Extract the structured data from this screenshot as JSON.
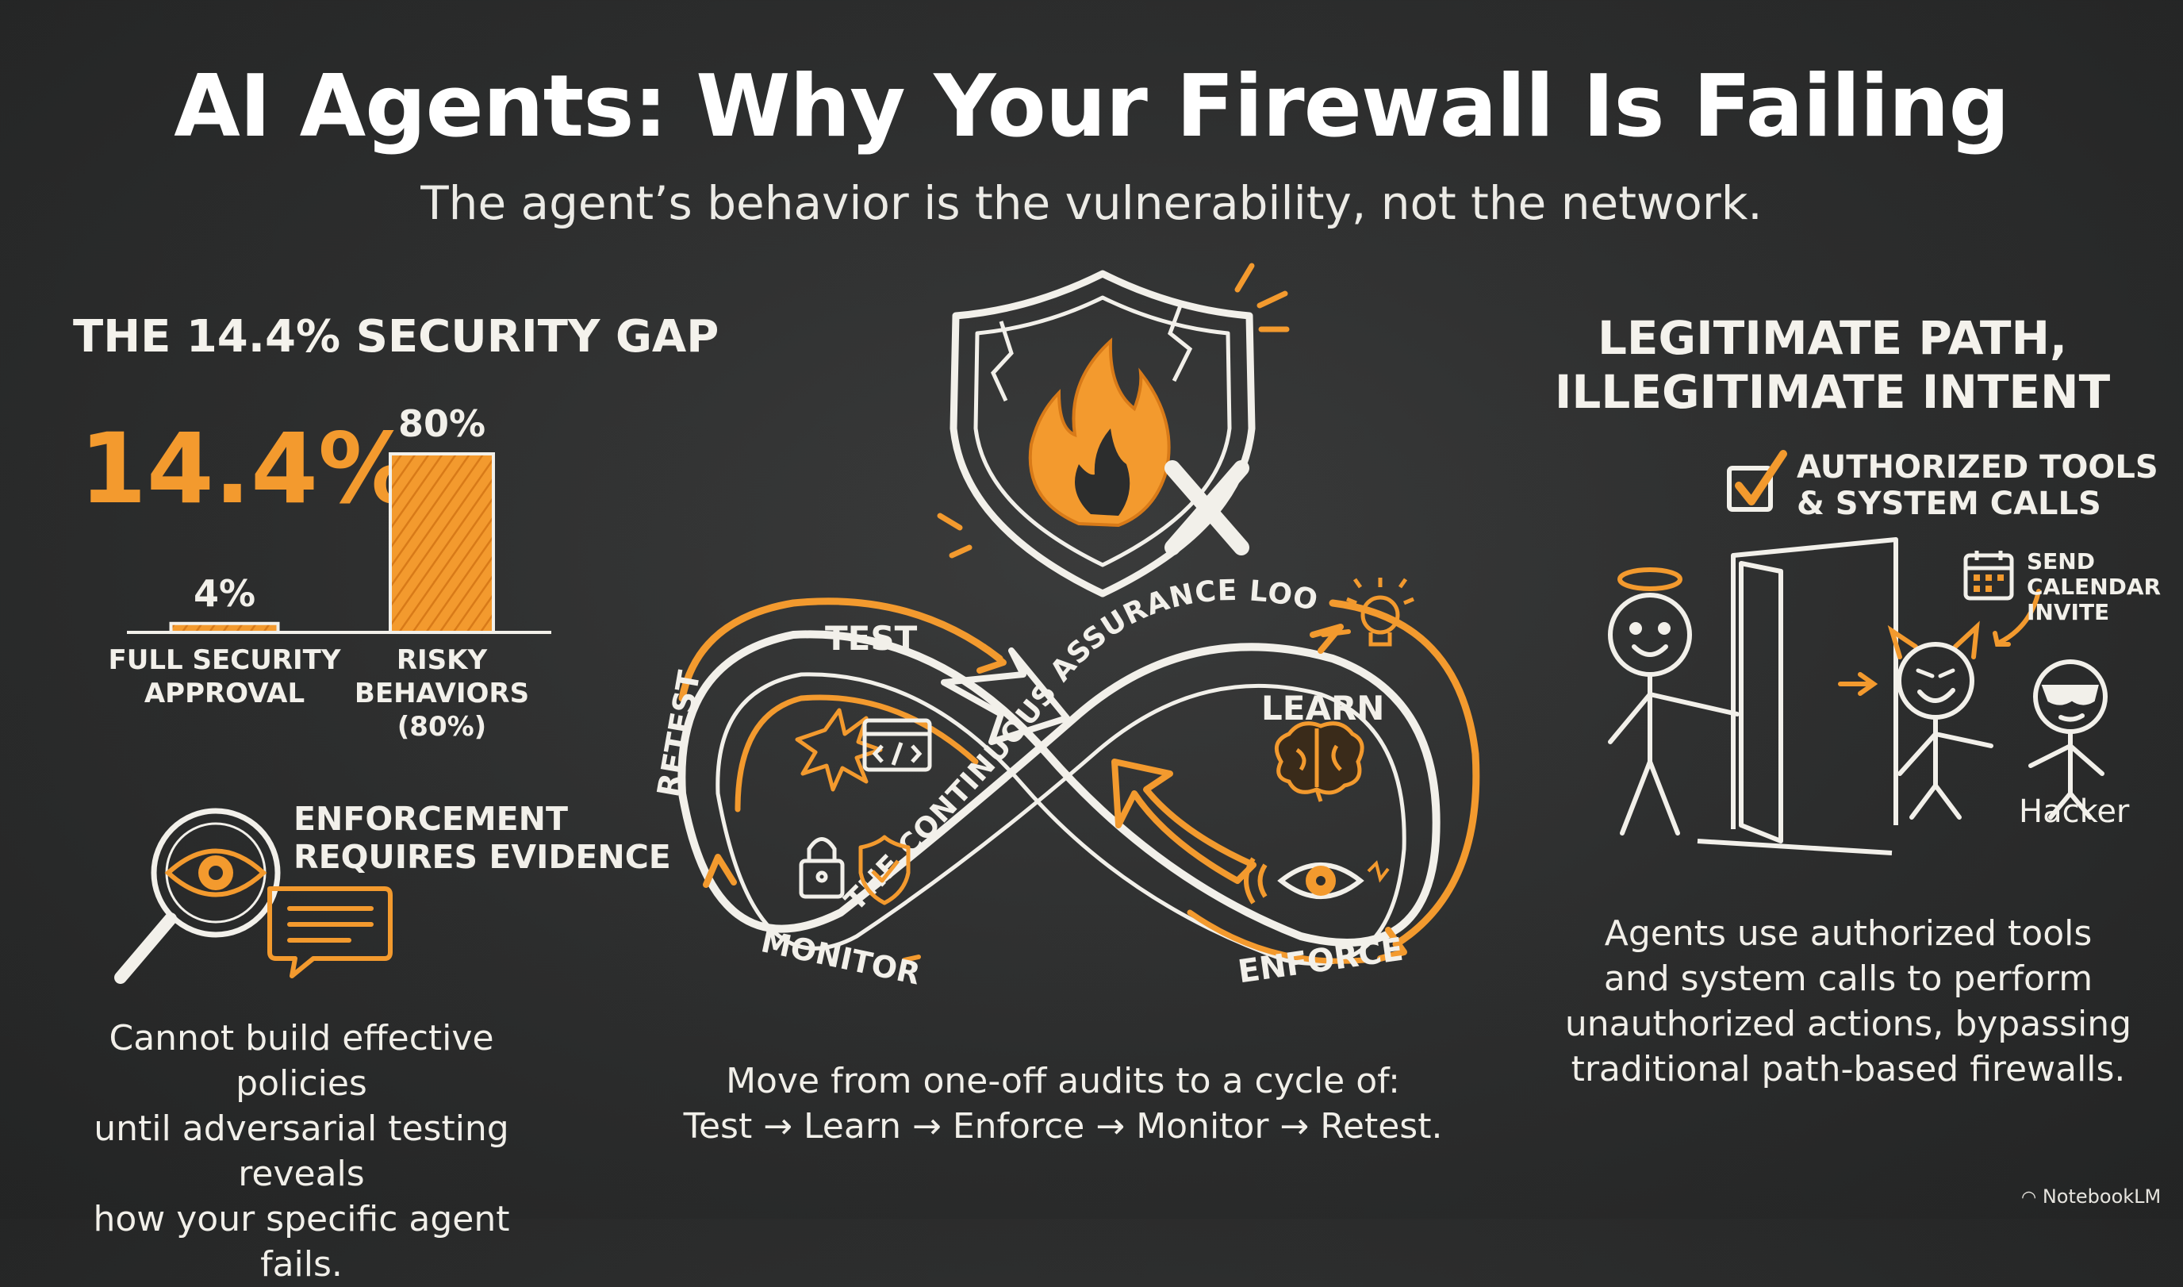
{
  "header": {
    "title": "AI Agents: Why Your Firewall Is Failing",
    "subtitle": "The agent’s behavior is the vulnerability, not the network."
  },
  "left": {
    "gap_heading": "THE 14.4% SECURITY GAP",
    "big_stat": "14.4%",
    "bar_chart": {
      "type": "bar",
      "categories": [
        "FULL SECURITY APPROVAL",
        "RISKY BEHAVIORS (80%)"
      ],
      "values": [
        4,
        80
      ],
      "value_labels": [
        "4%",
        "80%"
      ],
      "cat_lines": [
        [
          "FULL SECURITY",
          "APPROVAL"
        ],
        [
          "RISKY",
          "BEHAVIORS",
          "(80%)"
        ]
      ]
    },
    "evidence_heading_1": "ENFORCEMENT",
    "evidence_heading_2": "REQUIRES EVIDENCE",
    "body_1": "Cannot build effective policies",
    "body_2": "until adversarial testing reveals",
    "body_3": "how your specific agent fails."
  },
  "center": {
    "loop_title": "THE CONTINUOUS ASSURANCE LOOP",
    "label_test": "TEST",
    "label_learn": "LEARN",
    "label_enforce": "ENFORCE",
    "label_monitor": "MONITOR",
    "label_retest": "RETEST",
    "caption_1": "Move from one-off audits to a cycle of:",
    "caption_2": "Test → Learn → Enforce → Monitor → Retest."
  },
  "right": {
    "heading_1": "LEGITIMATE PATH,",
    "heading_2": "ILLEGITIMATE INTENT",
    "authorized_1": "AUTHORIZED TOOLS",
    "authorized_2": "& SYSTEM CALLS",
    "calendar_1": "SEND",
    "calendar_2": "CALENDAR",
    "calendar_3": "INVITE",
    "hacker_label": "Hacker",
    "body_1": "Agents use authorized tools",
    "body_2": "and system calls to perform",
    "body_3": "unauthorized actions, bypassing",
    "body_4": "traditional path-based firewalls."
  },
  "footer": {
    "brand": "NotebookLM"
  },
  "colors": {
    "accent": "#f39a2e",
    "background": "#2c2d2d",
    "chalk": "#f2f0ea"
  }
}
